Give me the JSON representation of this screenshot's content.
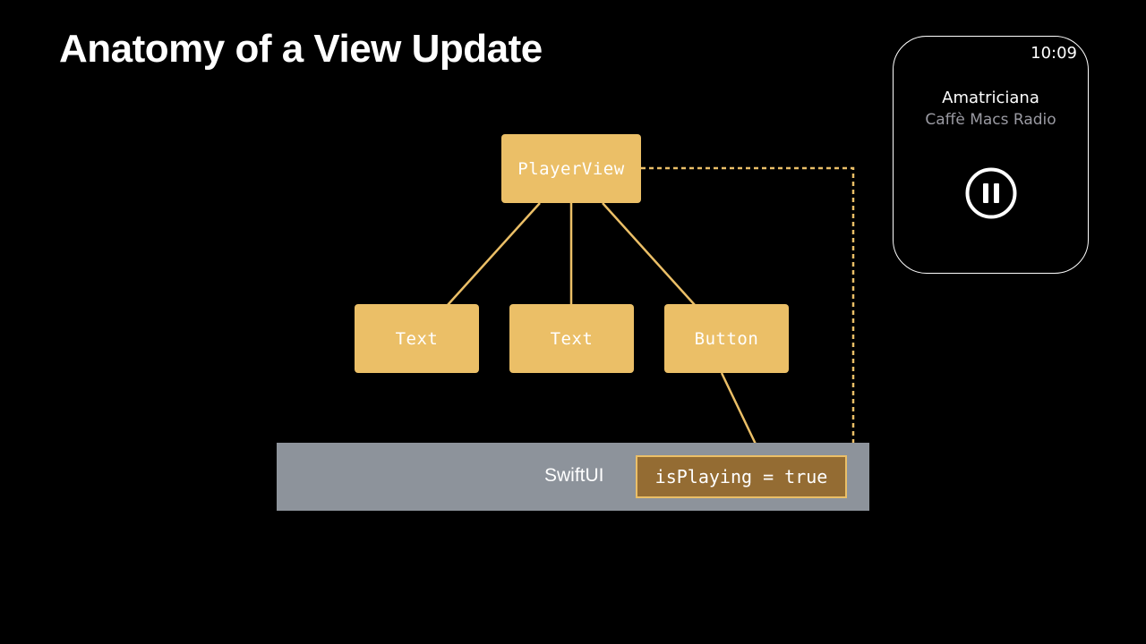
{
  "slide": {
    "title": "Anatomy of a View Update"
  },
  "diagram": {
    "root_node": "PlayerView",
    "child_nodes": [
      "Text",
      "Text",
      "Button"
    ],
    "framework_label": "SwiftUI",
    "state_expression": "isPlaying = true",
    "colors": {
      "node_fill": "#ebbf67",
      "state_fill": "#946c33",
      "framework_bar": "#8d939b",
      "connector": "#ebbf67"
    }
  },
  "watch": {
    "time": "10:09",
    "track": "Amatriciana",
    "station": "Caffè Macs Radio",
    "control_icon": "pause-icon"
  }
}
